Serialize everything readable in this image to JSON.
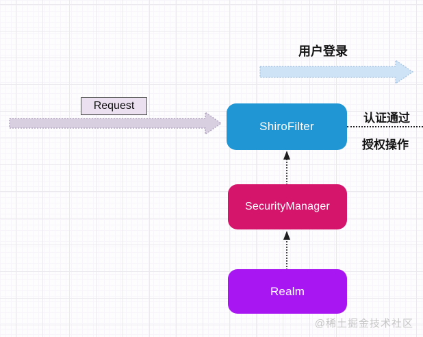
{
  "diagram": {
    "title": "Shiro authentication flow diagram",
    "top_flow_label": "用户登录",
    "request_label": "Request",
    "nodes": [
      {
        "id": "shirofilter",
        "label": "ShiroFilter",
        "color": "#2196d4"
      },
      {
        "id": "securitymanager",
        "label": "SecurityManager",
        "color": "#d4156b"
      },
      {
        "id": "realm",
        "label": "Realm",
        "color": "#a816f2"
      }
    ],
    "edges": [
      {
        "from": "realm",
        "to": "securitymanager",
        "style": "dotted-arrow-up"
      },
      {
        "from": "securitymanager",
        "to": "shirofilter",
        "style": "dotted-arrow-up"
      },
      {
        "from": "shirofilter",
        "to": "right-edge",
        "style": "dotted-line"
      }
    ],
    "annotations": {
      "auth_pass": "认证通过",
      "authz_op": "授权操作"
    },
    "watermark": "@稀土掘金技术社区"
  },
  "colors": {
    "login_arrow_fill": "#cfe3f6",
    "login_arrow_border": "#a9c7e4",
    "request_arrow_fill": "#d8cfe0",
    "request_arrow_border": "#b2a7c1",
    "request_label_fill": "#eae0ef",
    "grid_major": "#ece9ee",
    "grid_minor": "#f7f5f9",
    "connector": "#1f1f1f",
    "watermark_text": "#c6c6c6"
  }
}
